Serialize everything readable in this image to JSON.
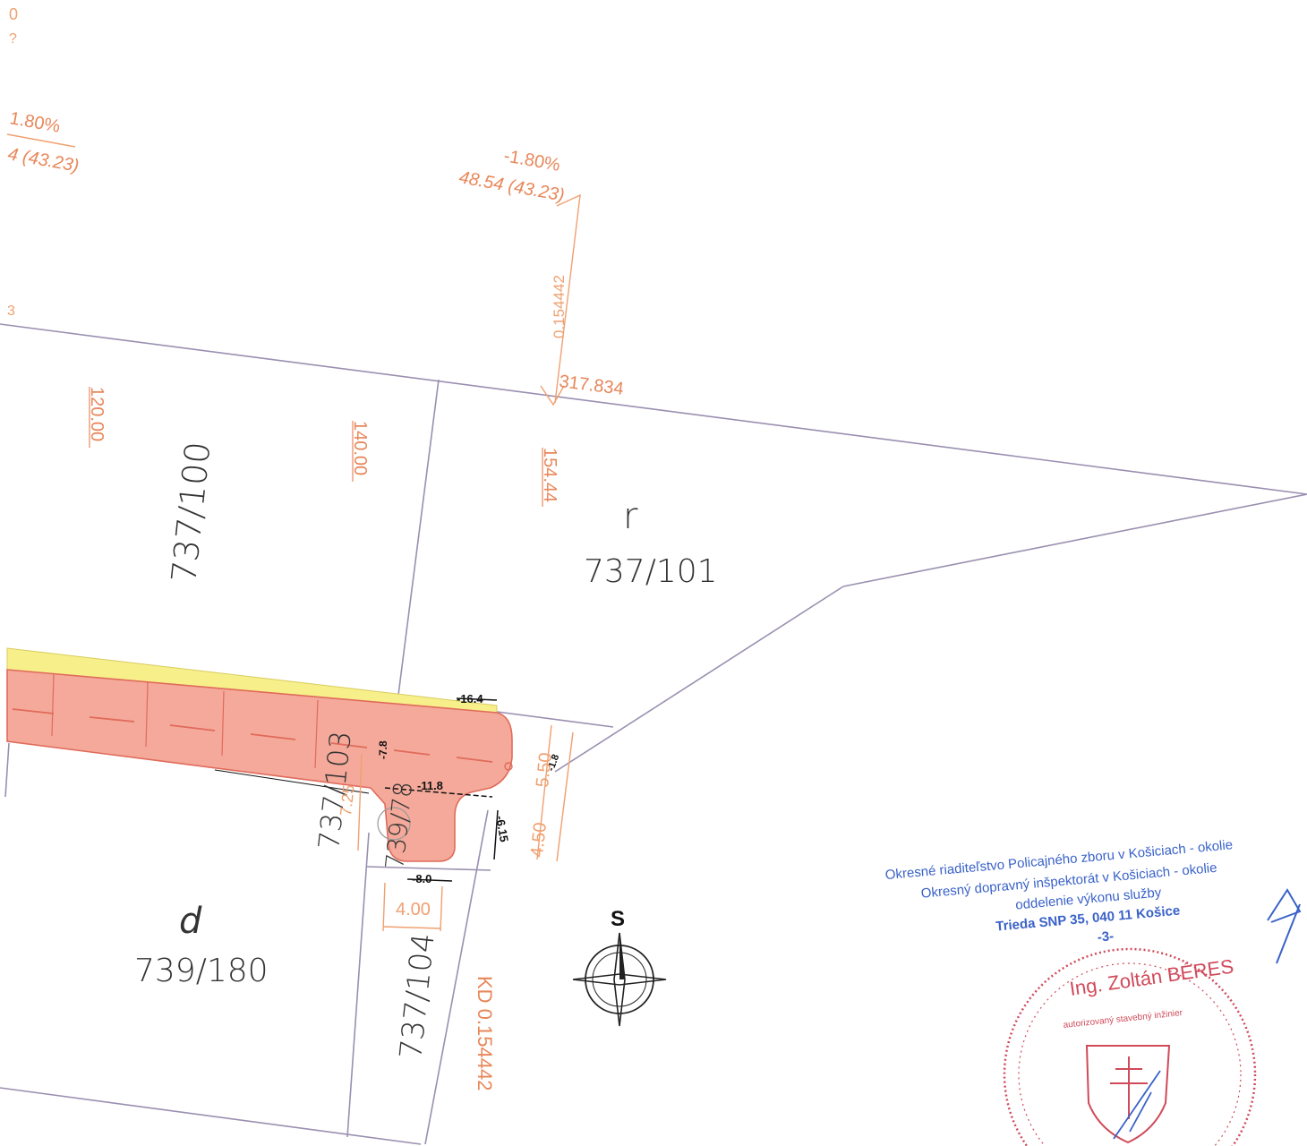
{
  "parcels": {
    "p_737_100": "737/100",
    "p_737_101": "737/101",
    "p_737_101_letter": "r",
    "p_739_180": "739/180",
    "p_739_180_letter": "d",
    "p_737_103": "737/103",
    "p_739_78": "739/78",
    "p_737_104": "737/104"
  },
  "stationing": {
    "s120": "120.00",
    "s140": "140.00",
    "s154": "154.44",
    "km_label": "KD 0.154442",
    "km_value": "0.154442",
    "elevation": "317.834"
  },
  "gradients": {
    "left_pct": "1.80%",
    "left_len": "4 (43.23)",
    "main_pct": "-1.80%",
    "main_len": "48.54 (43.23)"
  },
  "dimensions": {
    "d16": "-16.4",
    "d7": "-7.8",
    "d11": "-11.8",
    "d6": "-6.15",
    "d8": "-8.0",
    "d1": "-1.8",
    "w550": "5.50",
    "w450": "4.50",
    "w400": "4.00",
    "w725": "7.25"
  },
  "north": {
    "label": "S"
  },
  "stamp": {
    "line1": "Okresné riaditeľstvo Policajného zboru v Košiciach - okolie",
    "line2": "Okresný dopravný inšpektorát v Košiciach - okolie",
    "line3": "oddelenie výkonu služby",
    "line4": "Trieda SNP 35, 040 11 Košice",
    "line5": "-3-"
  },
  "seal": {
    "name": "Ing. Zoltán BÉRES",
    "role": "autorizovaný stavebný inžinier"
  },
  "edge_marks": {
    "top": "0",
    "top2": "?",
    "mid": "3"
  },
  "colors": {
    "road": "#f4a99a",
    "road_edge": "#e06b5b",
    "verge": "#f7ef8a",
    "boundary": "#9a8fb0",
    "annotation": "#e8875a",
    "stamp": "#3a62c8",
    "seal": "#d04a5a"
  }
}
